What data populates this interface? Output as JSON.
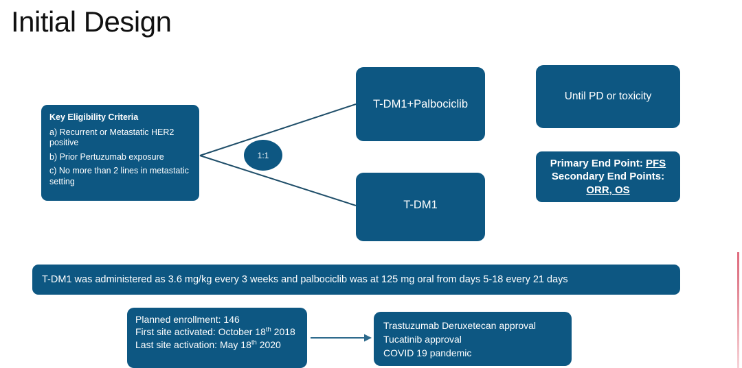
{
  "slide": {
    "title": "Initial Design",
    "background_color": "#ffffff",
    "accent_color": "#0d5782",
    "text_color": "#ffffff",
    "title_color": "#111111"
  },
  "criteria": {
    "heading": "Key Eligibility Criteria",
    "items": [
      "a) Recurrent or Metastatic HER2 positive",
      "b) Prior Pertuzumab exposure",
      "c) No more than 2 lines in metastatic setting"
    ]
  },
  "randomization": {
    "ratio": "1:1"
  },
  "arms": [
    {
      "label": "T-DM1+Palbociclib"
    },
    {
      "label": "T-DM1"
    }
  ],
  "treatment_duration": {
    "label": "Until PD or toxicity"
  },
  "endpoints": {
    "primary_prefix": "Primary End Point: ",
    "primary_value": "PFS",
    "secondary_prefix": "Secondary End Points:",
    "secondary_value": "ORR, OS"
  },
  "dosing": {
    "text": "T-DM1 was administered as 3.6 mg/kg every 3 weeks and palbociclib was at 125 mg oral from days 5-18 every 21 days"
  },
  "enrollment": {
    "line1": "Planned enrollment: 146",
    "line2_prefix": "First site activated: October 18",
    "line2_sup": "th",
    "line2_suffix": " 2018",
    "line3_prefix": "Last site activation: May 18",
    "line3_sup": "th",
    "line3_suffix": " 2020"
  },
  "events": {
    "lines": [
      "Trastuzumab Deruxetecan approval",
      "Tucatinib approval",
      "COVID 19 pandemic"
    ]
  }
}
